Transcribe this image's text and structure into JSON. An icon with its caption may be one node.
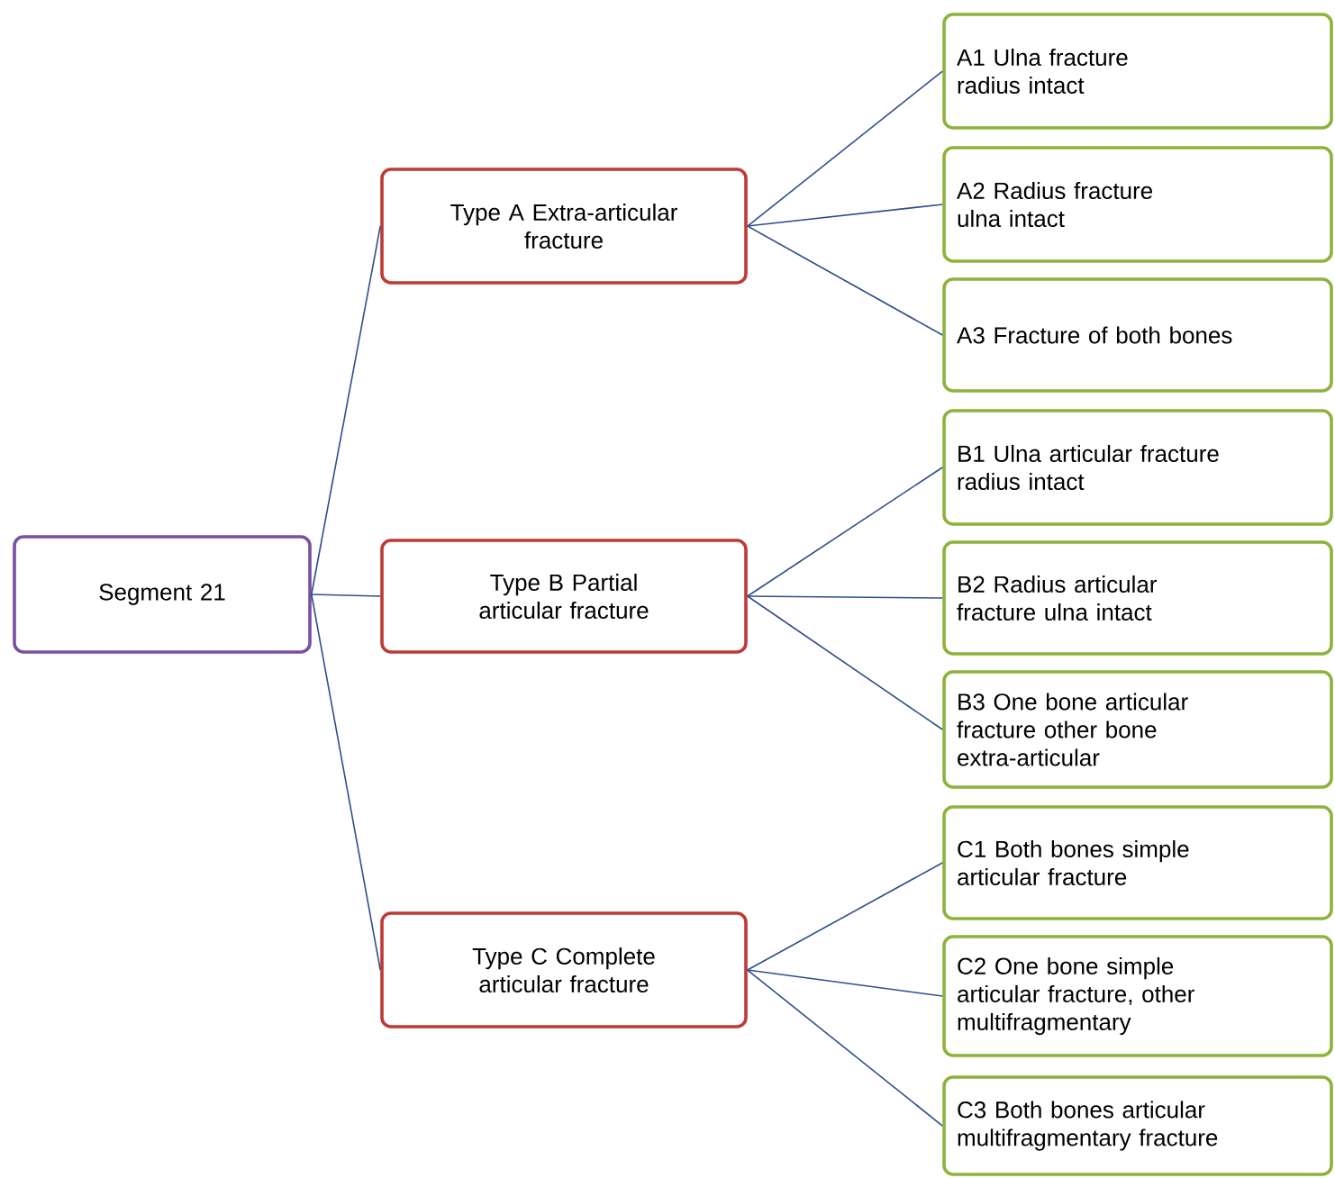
{
  "diagram": {
    "nodes": [
      {
        "text": [
          "Segment 21"
        ]
      },
      {
        "text": [
          "Type A Extra-articular fracture"
        ]
      },
      {
        "text": [
          "A1 Ulna fracture radius intact"
        ]
      },
      {
        "text": [
          "A2 Radius fracture ulna intact"
        ]
      },
      {
        "text": [
          "A3 Fracture of both bones"
        ]
      },
      {
        "text": [
          "Type B Partial articular fracture"
        ]
      },
      {
        "text": [
          "B1 Ulna articular fracture radius intact"
        ]
      },
      {
        "text": [
          "B2 Radius articular fracture ulna intact"
        ]
      },
      {
        "text": [
          "B3 One bone articular fracture other bone extra-articular"
        ]
      },
      {
        "text": [
          "Type C Complete articular fracture"
        ]
      },
      {
        "text": [
          "C1 Both bones simple articular fracture"
        ]
      },
      {
        "text": [
          "C2 One bone simple articular fracture, other multifragmentary"
        ]
      },
      {
        "text": [
          "C3 Both bones articular multifragmentary fracture"
        ]
      }
    ],
    "edges": [
      {
        "from": 0,
        "to": 1,
        "arrow": "none"
      },
      {
        "from": 0,
        "to": 5,
        "arrow": "none"
      },
      {
        "from": 0,
        "to": 9,
        "arrow": "none"
      },
      {
        "from": 1,
        "to": 2,
        "arrow": "none"
      },
      {
        "from": 1,
        "to": 3,
        "arrow": "none"
      },
      {
        "from": 1,
        "to": 4,
        "arrow": "none"
      },
      {
        "from": 5,
        "to": 6,
        "arrow": "none"
      },
      {
        "from": 5,
        "to": 7,
        "arrow": "none"
      },
      {
        "from": 5,
        "to": 8,
        "arrow": "none"
      },
      {
        "from": 9,
        "to": 10,
        "arrow": "none"
      },
      {
        "from": 9,
        "to": 11,
        "arrow": "none"
      },
      {
        "from": 9,
        "to": 12,
        "arrow": "none"
      }
    ]
  }
}
